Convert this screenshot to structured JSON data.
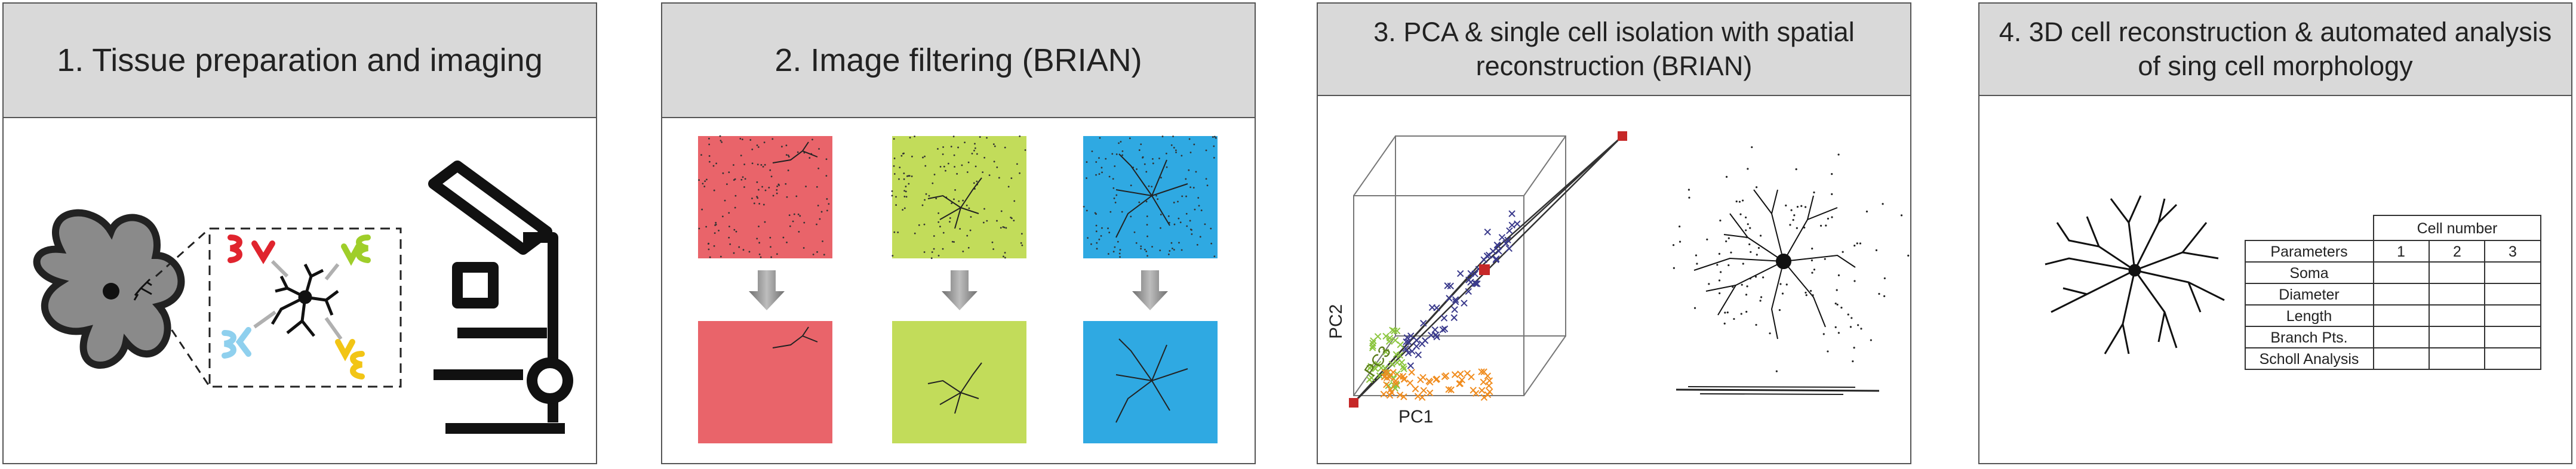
{
  "panels": [
    {
      "title": "1. Tissue preparation and imaging"
    },
    {
      "title": "2. Image filtering (BRIAN)"
    },
    {
      "title": "3. PCA & single cell isolation with spatial reconstruction (BRIAN)"
    },
    {
      "title": "4. 3D cell reconstruction & automated analysis of sing cell morphology"
    }
  ],
  "pca": {
    "axis_x": "PC1",
    "axis_y": "PC2",
    "axis_z": "PC3"
  },
  "channel_colors": [
    "#e9646a",
    "#c2dc5a",
    "#2fa9e2"
  ],
  "table": {
    "header_group": "Cell number",
    "col_header": "Parameters",
    "columns": [
      "1",
      "2",
      "3"
    ],
    "rows": [
      "Soma",
      "Diameter",
      "Length",
      "Branch Pts.",
      "Scholl Analysis"
    ]
  }
}
